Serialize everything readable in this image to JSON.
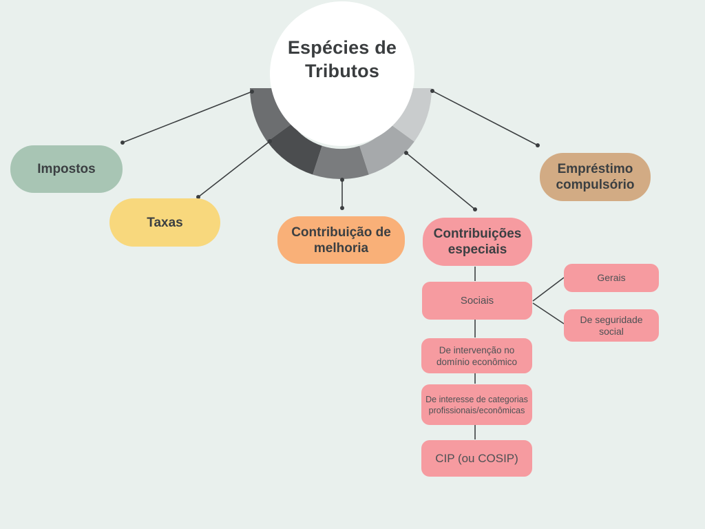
{
  "page": {
    "bg": "#e9f0ed",
    "line_color": "#3b3e40"
  },
  "center": {
    "title": "Espécies de Tributos",
    "circle_color": "#ffffff",
    "arc_segment_colors": [
      "#6c6e70",
      "#4b4d4f",
      "#7a7c7e",
      "#a6a9ab",
      "#c9cccd"
    ]
  },
  "nodes": {
    "impostos": {
      "label": "Impostos",
      "color": "#a8c5b4"
    },
    "taxas": {
      "label": "Taxas",
      "color": "#f8d87d"
    },
    "melhoria": {
      "label": "Contribuição de melhoria",
      "color": "#f9b078"
    },
    "especiais": {
      "label": "Contribuições especiais",
      "color": "#f69ba0"
    },
    "emprestimo": {
      "label": "Empréstimo compulsório",
      "color": "#d2ab84"
    },
    "sociais": {
      "label": "Sociais",
      "color": "#f69ba0"
    },
    "gerais": {
      "label": "Gerais",
      "color": "#f69ba0"
    },
    "seguridade": {
      "label": "De seguridade social",
      "color": "#f69ba0"
    },
    "intervencao": {
      "label": "De intervenção no domínio econômico",
      "color": "#f69ba0"
    },
    "interesse": {
      "label": "De interesse de categorias profissionais/econômicas",
      "color": "#f69ba0"
    },
    "cip": {
      "label": "CIP (ou COSIP)",
      "color": "#f69ba0"
    }
  }
}
